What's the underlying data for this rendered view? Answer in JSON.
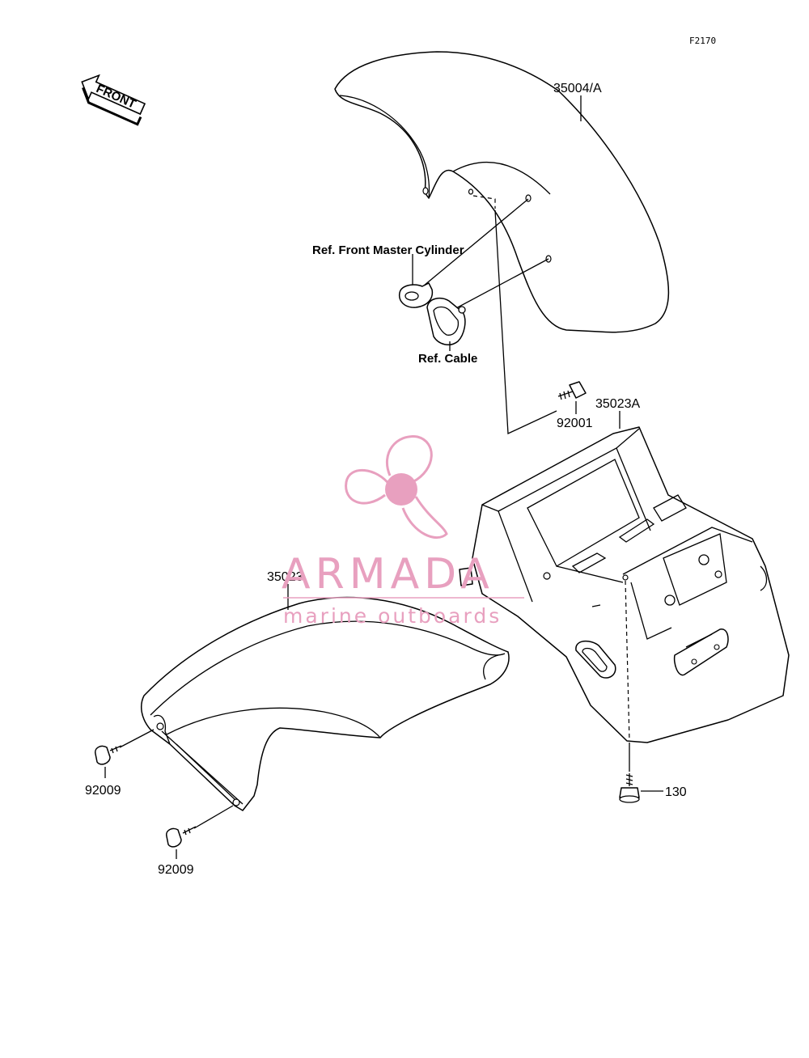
{
  "figure_code": "F2170",
  "front_indicator": "FRONT",
  "parts": {
    "front_fender": "35004/A",
    "rear_fender": "35023A",
    "rear_flap": "35023",
    "bolt_top": "92001",
    "screw_left": "92009",
    "screw_bottom": "92009",
    "bolt_rear": "130"
  },
  "references": {
    "master_cylinder": "Ref. Front Master Cylinder",
    "cable": "Ref. Cable"
  },
  "watermark": {
    "title": "ARMADA",
    "subtitle": "marine outboards",
    "color": "#e8a0bf"
  }
}
